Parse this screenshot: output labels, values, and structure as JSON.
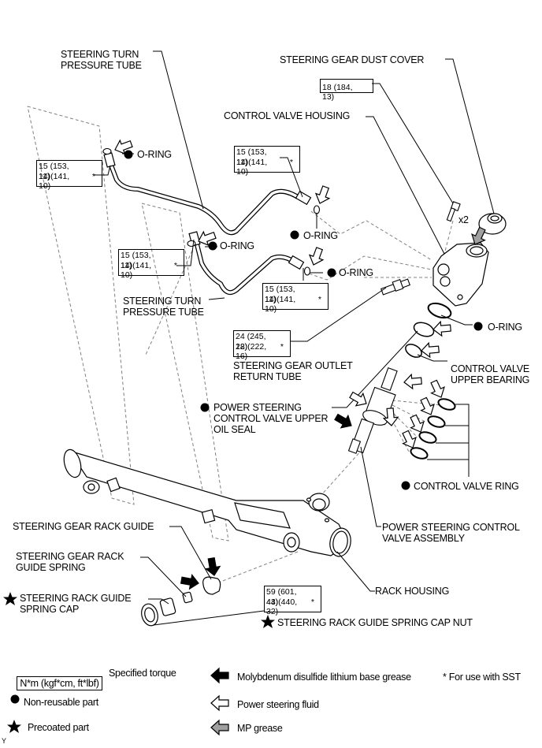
{
  "labels": {
    "steering_turn_pressure_tube_upper": "STEERING TURN\nPRESSURE TUBE",
    "steering_gear_dust_cover": "STEERING GEAR DUST COVER",
    "control_valve_housing": "CONTROL VALVE HOUSING",
    "o_ring_1": "O-RING",
    "o_ring_2": "O-RING",
    "o_ring_3": "O-RING",
    "o_ring_4": "O-RING",
    "o_ring_5": "O-RING",
    "steering_turn_pressure_tube_lower": "STEERING TURN\nPRESSURE TUBE",
    "steering_gear_outlet_return_tube": "STEERING GEAR OUTLET\nRETURN TUBE",
    "control_valve_upper_bearing": "CONTROL VALVE\nUPPER BEARING",
    "power_steering_control_valve_upper_oil_seal": "POWER STEERING\nCONTROL VALVE UPPER\nOIL SEAL",
    "control_valve_ring": "CONTROL VALVE RING",
    "power_steering_control_valve_assembly": "POWER STEERING CONTROL\nVALVE ASSEMBLY",
    "steering_gear_rack_guide": "STEERING GEAR RACK GUIDE",
    "steering_gear_rack_guide_spring": "STEERING GEAR RACK\nGUIDE SPRING",
    "steering_rack_guide_spring_cap": "STEERING RACK GUIDE\nSPRING CAP",
    "rack_housing": "RACK HOUSING",
    "steering_rack_guide_spring_cap_nut": "STEERING RACK GUIDE SPRING CAP NUT",
    "bolt_quantity": "x2"
  },
  "torques": {
    "upper_tube_left": {
      "line1": "15 (153,",
      "line2": "14)(141,",
      "line2b": "11)",
      "line3": "10)",
      "sst": "*"
    },
    "upper_tube_right": {
      "line1": "15 (153,",
      "line2": "14)(141,",
      "line2b": "11)",
      "line3": "10)",
      "sst": "*"
    },
    "lower_tube_left": {
      "line1": "15 (153,",
      "line2": "14)(141,",
      "line2b": "11)",
      "line3": "10)",
      "sst": "*"
    },
    "lower_tube_right": {
      "line1": "15 (153,",
      "line2": "14)(141,",
      "line2b": "11)",
      "line3": "10)",
      "sst": "*"
    },
    "dust_cover_bolt": {
      "line1": "18 (184,",
      "line2": "13)"
    },
    "outlet_return_tube": {
      "line1": "24 (245,",
      "line2": "22)(222,",
      "line2b": "18)",
      "line3": "16)",
      "sst": "*"
    },
    "spring_cap_nut": {
      "line1": "59 (601,",
      "line2": "43)(440,",
      "line2b": "44)",
      "line3": "32)",
      "sst": "*"
    }
  },
  "legend": {
    "torque_unit": "N*m (kgf*cm, ft*lbf)",
    "torque_desc": "Specified torque",
    "non_reusable": "Non-reusable part",
    "precoated": "Precoated part",
    "moly_grease": "Molybdenum disulfide lithium base grease",
    "ps_fluid": "Power steering fluid",
    "mp_grease": "MP grease",
    "sst_note": "* For use with SST",
    "footer_mark": "Y"
  },
  "colors": {
    "line": "#000000",
    "mp_grease_fill": "#a0a0a0",
    "dashed": "#808080"
  }
}
